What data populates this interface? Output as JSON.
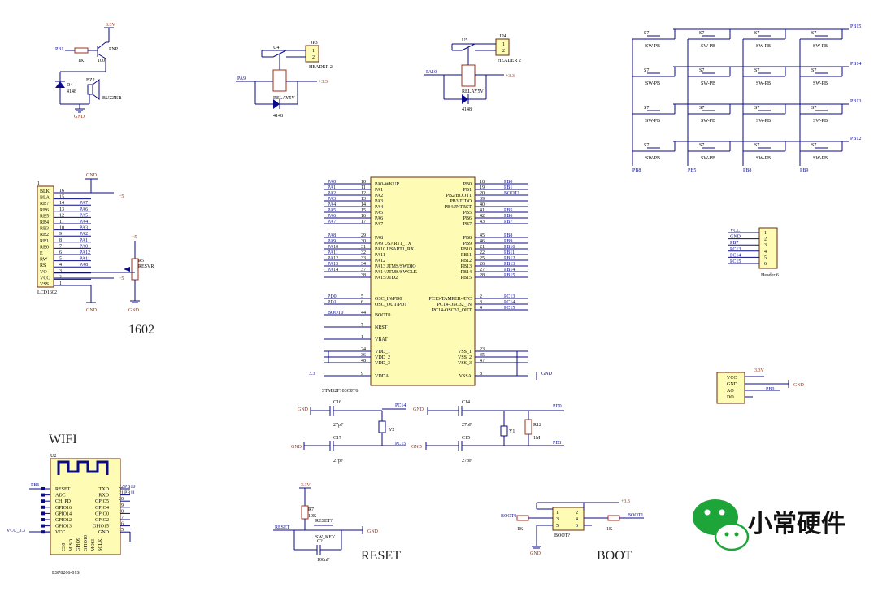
{
  "buzzer": {
    "pin": "PB1",
    "r": "1K",
    "v": "3.3V",
    "pnp": "PNP",
    "r2": "100",
    "d": "D4",
    "dv": "4148",
    "bz": "BZ2",
    "buzzer": "BUZZER",
    "gnd": "GND"
  },
  "relay1": {
    "u": "U4",
    "jp": "JP3",
    "hdr": "HEADER 2",
    "pin": "PA9",
    "relay": "RELAY5V",
    "dv": "4148",
    "v": "+3.3",
    "p1": "1",
    "p2": "2"
  },
  "relay2": {
    "u": "U5",
    "jp": "JP4",
    "hdr": "HEADER 2",
    "pin": "PA10",
    "relay": "RELAY5V",
    "dv": "4148",
    "v": "+3.3",
    "p1": "1",
    "p2": "2"
  },
  "keypad": {
    "sw": "S7",
    "swpb": "SW-PB",
    "right": [
      "PB15",
      "PB14",
      "PB13",
      "PB12"
    ],
    "bottom": [
      "PB8",
      "PB5",
      "PB8",
      "PB9"
    ]
  },
  "lcd": {
    "title": "LCD1602",
    "gnd": "GND",
    "plus5": "+5",
    "pins": [
      "BLK",
      "BLA",
      "RB7",
      "RB6",
      "RB5",
      "RB4",
      "RB3",
      "RB2",
      "RB1",
      "RB0",
      "E",
      "RW",
      "RS",
      "VO",
      "VCC",
      "VSS"
    ],
    "nums": [
      "16",
      "15",
      "14",
      "13",
      "12",
      "11",
      "10",
      "9",
      "8",
      "7",
      "6",
      "5",
      "4",
      "3",
      "2",
      "1"
    ],
    "nets": [
      "",
      "",
      "PA7",
      "PA6",
      "PA5",
      "PA4",
      "PA3",
      "PA2",
      "PA1",
      "PA0",
      "PA12",
      "PA11",
      "PA8",
      "",
      "",
      ""
    ],
    "label": "1602",
    "res": "R5",
    "resv": "RESVR",
    "gnd2": "GND",
    "plus5b": "+5"
  },
  "mcu": {
    "name": "STM32F103C8T6",
    "left": [
      {
        "net": "PA0",
        "num": "10",
        "pin": "PA0-WKUP"
      },
      {
        "net": "PA1",
        "num": "11",
        "pin": "PA1"
      },
      {
        "net": "PA2",
        "num": "12",
        "pin": "PA2"
      },
      {
        "net": "PA3",
        "num": "13",
        "pin": "PA3"
      },
      {
        "net": "PA4",
        "num": "14",
        "pin": "PA4"
      },
      {
        "net": "PA5",
        "num": "15",
        "pin": "PA5"
      },
      {
        "net": "PA6",
        "num": "16",
        "pin": "PA6"
      },
      {
        "net": "PA7",
        "num": "17",
        "pin": "PA7"
      },
      {
        "net": "PA8",
        "num": "29",
        "pin": "PA8"
      },
      {
        "net": "PA9",
        "num": "30",
        "pin": "PA9 USART1_TX"
      },
      {
        "net": "PA10",
        "num": "31",
        "pin": "PA10 USART1_RX"
      },
      {
        "net": "PA11",
        "num": "32",
        "pin": "PA11"
      },
      {
        "net": "PA12",
        "num": "33",
        "pin": "PA12"
      },
      {
        "net": "PA13",
        "num": "34",
        "pin": "PA13 JTMS/SWDIO"
      },
      {
        "net": "PA14",
        "num": "37",
        "pin": "PA14/JTMS/SWCLK"
      },
      {
        "net": "",
        "num": "38",
        "pin": "PA15/JTD2"
      },
      {
        "net": "PD0",
        "num": "5",
        "pin": "OSC_IN/PD0"
      },
      {
        "net": "PD1",
        "num": "6",
        "pin": "OSC_OUT/PD1"
      },
      {
        "net": "BOOT0",
        "num": "44",
        "pin": "BOOT0"
      },
      {
        "net": "",
        "num": "7",
        "pin": "NRST"
      },
      {
        "net": "",
        "num": "1",
        "pin": "VBAT"
      },
      {
        "net": "",
        "num": "24",
        "pin": "VDD_1"
      },
      {
        "net": "",
        "num": "36",
        "pin": "VDD_2"
      },
      {
        "net": "",
        "num": "48",
        "pin": "VDD_3"
      },
      {
        "net": "3.3",
        "num": "9",
        "pin": "VDDA"
      }
    ],
    "right": [
      {
        "net": "PB0",
        "num": "18",
        "pin": "PB0"
      },
      {
        "net": "PB1",
        "num": "19",
        "pin": "PB1"
      },
      {
        "net": "BOOT1",
        "num": "20",
        "pin": "PB2/BOOT1"
      },
      {
        "net": "",
        "num": "39",
        "pin": "PB3/JTDO"
      },
      {
        "net": "",
        "num": "40",
        "pin": "PB4/JNTRST"
      },
      {
        "net": "PB5",
        "num": "41",
        "pin": "PB5"
      },
      {
        "net": "PB6",
        "num": "42",
        "pin": "PB6"
      },
      {
        "net": "PB7",
        "num": "43",
        "pin": "PB7"
      },
      {
        "net": "PB8",
        "num": "45",
        "pin": "PB8"
      },
      {
        "net": "PB9",
        "num": "46",
        "pin": "PB9"
      },
      {
        "net": "PB10",
        "num": "21",
        "pin": "PB10"
      },
      {
        "net": "PB11",
        "num": "22",
        "pin": "PB11"
      },
      {
        "net": "PB12",
        "num": "25",
        "pin": "PB12"
      },
      {
        "net": "PB13",
        "num": "26",
        "pin": "PB13"
      },
      {
        "net": "PB14",
        "num": "27",
        "pin": "PB14"
      },
      {
        "net": "PB15",
        "num": "28",
        "pin": "PB15"
      },
      {
        "net": "PC13",
        "num": "2",
        "pin": "PC13-TAMPER-RTC"
      },
      {
        "net": "PC14",
        "num": "3",
        "pin": "PC14-OSC32_IN"
      },
      {
        "net": "PC15",
        "num": "4",
        "pin": "PC14-OSC32_OUT"
      },
      {
        "net": "",
        "num": "23",
        "pin": "VSS_1"
      },
      {
        "net": "",
        "num": "35",
        "pin": "VSS_2"
      },
      {
        "net": "",
        "num": "47",
        "pin": "VSS_3"
      },
      {
        "net": "GND",
        "num": "8",
        "pin": "VSSA"
      }
    ]
  },
  "header6": {
    "title": "Header 6",
    "nets": [
      "VCC",
      "GND",
      "PB7",
      "PC13",
      "PC14",
      "PC15"
    ],
    "nums": [
      "1",
      "2",
      "3",
      "4",
      "5",
      "6"
    ]
  },
  "sensor": {
    "pins": [
      "VCC",
      "GND",
      "AO",
      "DO"
    ],
    "v": "3.3V",
    "gnd": "GND",
    "net": "PB0"
  },
  "osc": {
    "c16": "C16",
    "c17": "C17",
    "c14": "C14",
    "c15": "C15",
    "val": "27pF",
    "gnd": "GND",
    "pc14": "PC14",
    "pc15": "PC15",
    "y2": "Y2",
    "y1": "Y1",
    "r12": "R12",
    "rv": "1M",
    "pd0": "PD0",
    "pd1": "PD1"
  },
  "wifi": {
    "label": "WIFI",
    "u": "U2",
    "name": "ESP8266-01S",
    "left": [
      "RESET",
      "ADC",
      "CH_PD",
      "GPIO16",
      "GPIO14",
      "GPIO12",
      "GPIO13",
      "VCC"
    ],
    "right": [
      "TXD",
      "RXD",
      "GPIO5",
      "GPIO4",
      "GPIO0",
      "GPIO2",
      "GPIO15",
      "GND"
    ],
    "rnums": [
      "22",
      "21",
      "20",
      "19",
      "18",
      "17",
      "16",
      "15"
    ],
    "rnets": [
      "PB10",
      "PB11",
      "",
      "",
      "",
      "",
      "",
      ""
    ],
    "bottom": [
      "CS0",
      "MISO",
      "GPIO9",
      "GPIO10",
      "MOSI",
      "SCLK"
    ],
    "pb6": "PB6",
    "vcc": "VCC_3.3"
  },
  "reset": {
    "v": "3.3V",
    "r": "R7",
    "rv": "10K",
    "sw": "RESET?",
    "swpb": "SW_KEY",
    "c": "C?",
    "cv": "100nF",
    "net": "RESET",
    "gnd": "GND",
    "label": "RESET"
  },
  "boot": {
    "b0": "BOOT0",
    "b1": "BOOT1",
    "r": "1K",
    "r2": "1K",
    "hdr": "BOOT?",
    "v": "+3.3",
    "gnd": "GND",
    "label": "BOOT",
    "n": [
      "1",
      "2",
      "3",
      "4",
      "5",
      "6"
    ]
  },
  "brand": {
    "text": "小常硬件"
  }
}
